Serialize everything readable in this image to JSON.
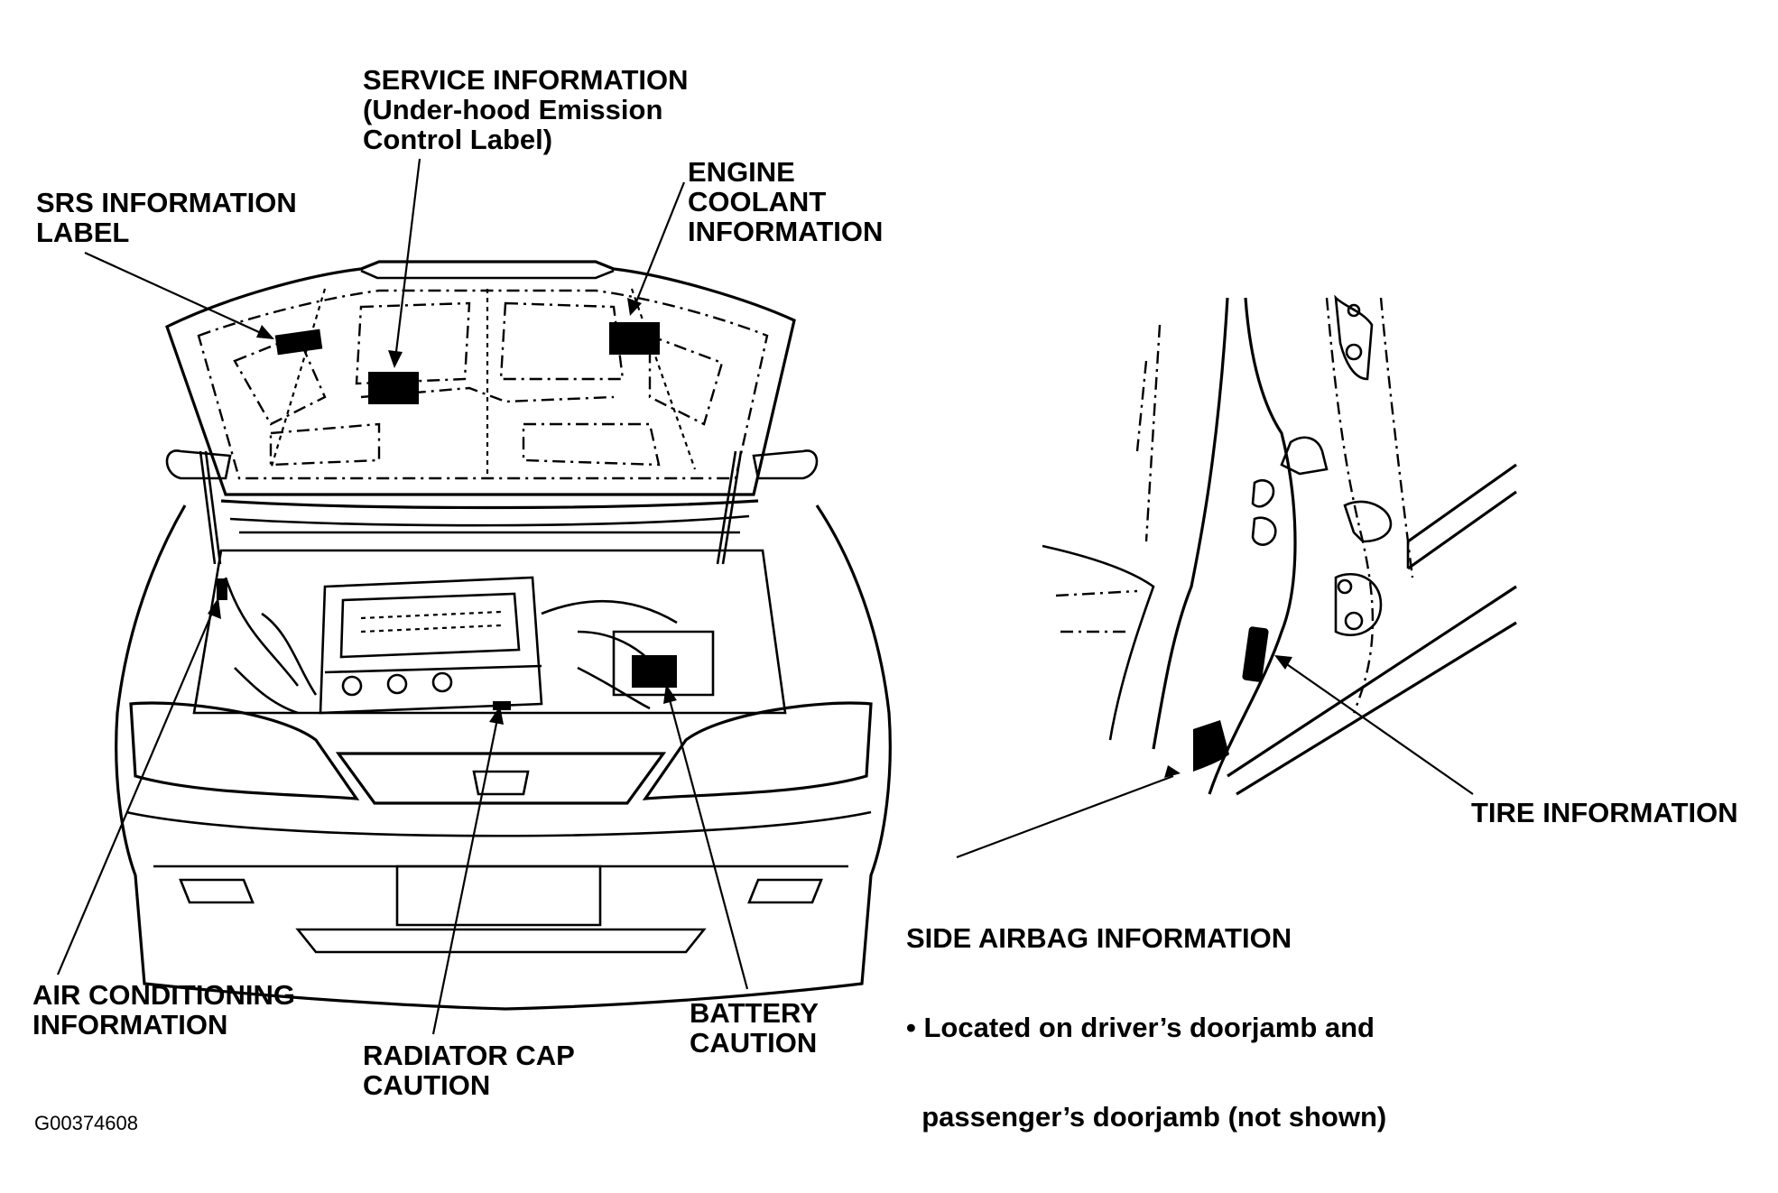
{
  "labels": {
    "service_info": [
      "SERVICE INFORMATION",
      "(Under-hood Emission",
      "Control Label)"
    ],
    "srs_info": [
      "SRS INFORMATION",
      "LABEL"
    ],
    "engine_coolant": [
      "ENGINE",
      "COOLANT",
      "INFORMATION"
    ],
    "air_conditioning": [
      "AIR CONDITIONING",
      "INFORMATION"
    ],
    "radiator_cap": [
      "RADIATOR CAP",
      "CAUTION"
    ],
    "battery": [
      "BATTERY",
      "CAUTION"
    ],
    "tire_info": "TIRE INFORMATION",
    "side_airbag": {
      "title": "SIDE AIRBAG INFORMATION",
      "note_line1": "• Located on driver’s doorjamb and",
      "note_line2": "  passenger’s doorjamb (not shown)"
    }
  },
  "figure_code": "G00374608"
}
